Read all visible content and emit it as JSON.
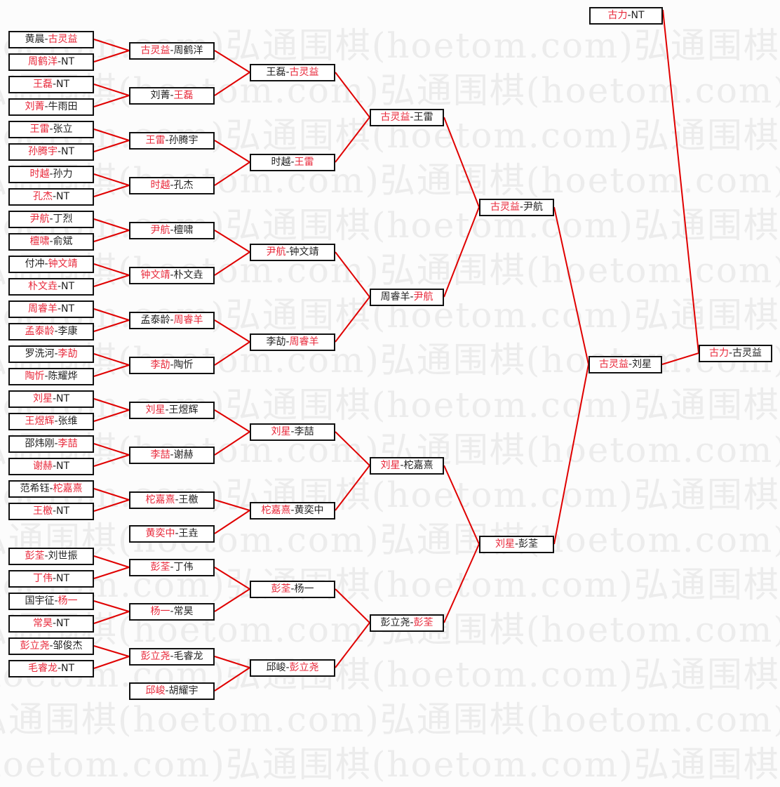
{
  "watermark": "弘通围棋(hoetom.com)",
  "sep": "-",
  "colors": {
    "winner": "#e8283a",
    "line": "#e00000",
    "border": "#111111"
  },
  "bracket": {
    "round1": [
      {
        "p1": "黄晨",
        "p2": "古灵益",
        "win": 2
      },
      {
        "p1": "周鹤洋",
        "p2": "NT",
        "win": 1
      },
      {
        "p1": "王磊",
        "p2": "NT",
        "win": 1
      },
      {
        "p1": "刘菁",
        "p2": "牛雨田",
        "win": 1
      },
      {
        "p1": "王雷",
        "p2": "张立",
        "win": 1
      },
      {
        "p1": "孙腾宇",
        "p2": "NT",
        "win": 1
      },
      {
        "p1": "时越",
        "p2": "孙力",
        "win": 1
      },
      {
        "p1": "孔杰",
        "p2": "NT",
        "win": 1
      },
      {
        "p1": "尹航",
        "p2": "丁烈",
        "win": 1
      },
      {
        "p1": "檀啸",
        "p2": "俞斌",
        "win": 1
      },
      {
        "p1": "付冲",
        "p2": "钟文靖",
        "win": 2
      },
      {
        "p1": "朴文垚",
        "p2": "NT",
        "win": 1
      },
      {
        "p1": "周睿羊",
        "p2": "NT",
        "win": 1
      },
      {
        "p1": "孟泰龄",
        "p2": "李康",
        "win": 1
      },
      {
        "p1": "罗洗河",
        "p2": "李劼",
        "win": 2
      },
      {
        "p1": "陶忻",
        "p2": "陈耀烨",
        "win": 1
      },
      {
        "p1": "刘星",
        "p2": "NT",
        "win": 1
      },
      {
        "p1": "王煜辉",
        "p2": "张维",
        "win": 1
      },
      {
        "p1": "邵炜刚",
        "p2": "李喆",
        "win": 2
      },
      {
        "p1": "谢赫",
        "p2": "NT",
        "win": 1
      },
      {
        "p1": "范希钰",
        "p2": "柁嘉熹",
        "win": 2
      },
      {
        "p1": "王檄",
        "p2": "NT",
        "win": 1
      },
      {
        "p1": "彭荃",
        "p2": "刘世振",
        "win": 1
      },
      {
        "p1": "丁伟",
        "p2": "NT",
        "win": 1
      },
      {
        "p1": "国宇征",
        "p2": "杨一",
        "win": 2
      },
      {
        "p1": "常昊",
        "p2": "NT",
        "win": 1
      },
      {
        "p1": "彭立尧",
        "p2": "邹俊杰",
        "win": 1
      },
      {
        "p1": "毛睿龙",
        "p2": "NT",
        "win": 1
      }
    ],
    "round2": [
      {
        "p1": "古灵益",
        "p2": "周鹤洋",
        "win": 1
      },
      {
        "p1": "刘菁",
        "p2": "王磊",
        "win": 2
      },
      {
        "p1": "王雷",
        "p2": "孙腾宇",
        "win": 1
      },
      {
        "p1": "时越",
        "p2": "孔杰",
        "win": 1
      },
      {
        "p1": "尹航",
        "p2": "檀啸",
        "win": 1
      },
      {
        "p1": "钟文靖",
        "p2": "朴文垚",
        "win": 1
      },
      {
        "p1": "孟泰龄",
        "p2": "周睿羊",
        "win": 2
      },
      {
        "p1": "李劼",
        "p2": "陶忻",
        "win": 1
      },
      {
        "p1": "刘星",
        "p2": "王煜辉",
        "win": 1
      },
      {
        "p1": "李喆",
        "p2": "谢赫",
        "win": 1
      },
      {
        "p1": "柁嘉熹",
        "p2": "王檄",
        "win": 1
      },
      {
        "p1": "黄奕中",
        "p2": "王垚",
        "win": 1
      },
      {
        "p1": "彭荃",
        "p2": "丁伟",
        "win": 1
      },
      {
        "p1": "杨一",
        "p2": "常昊",
        "win": 1
      },
      {
        "p1": "彭立尧",
        "p2": "毛睿龙",
        "win": 1
      },
      {
        "p1": "邱峻",
        "p2": "胡耀宇",
        "win": 1
      }
    ],
    "round3": [
      {
        "p1": "王磊",
        "p2": "古灵益",
        "win": 2
      },
      {
        "p1": "时越",
        "p2": "王雷",
        "win": 2
      },
      {
        "p1": "尹航",
        "p2": "钟文靖",
        "win": 1
      },
      {
        "p1": "李劼",
        "p2": "周睿羊",
        "win": 2
      },
      {
        "p1": "刘星",
        "p2": "李喆",
        "win": 1
      },
      {
        "p1": "柁嘉熹",
        "p2": "黄奕中",
        "win": 1
      },
      {
        "p1": "彭荃",
        "p2": "杨一",
        "win": 1
      },
      {
        "p1": "邱峻",
        "p2": "彭立尧",
        "win": 2
      }
    ],
    "round4": [
      {
        "p1": "古灵益",
        "p2": "王雷",
        "win": 1
      },
      {
        "p1": "周睿羊",
        "p2": "尹航",
        "win": 2
      },
      {
        "p1": "刘星",
        "p2": "柁嘉熹",
        "win": 1
      },
      {
        "p1": "彭立尧",
        "p2": "彭荃",
        "win": 2
      }
    ],
    "round5": [
      {
        "p1": "古灵益",
        "p2": "尹航",
        "win": 1
      },
      {
        "p1": "刘星",
        "p2": "彭荃",
        "win": 1
      }
    ],
    "round6": [
      {
        "p1": "古灵益",
        "p2": "刘星",
        "win": 1
      }
    ],
    "seed": [
      {
        "p1": "古力",
        "p2": "NT",
        "win": 1
      }
    ],
    "final": [
      {
        "p1": "古力",
        "p2": "古灵益",
        "win": 1
      }
    ]
  }
}
